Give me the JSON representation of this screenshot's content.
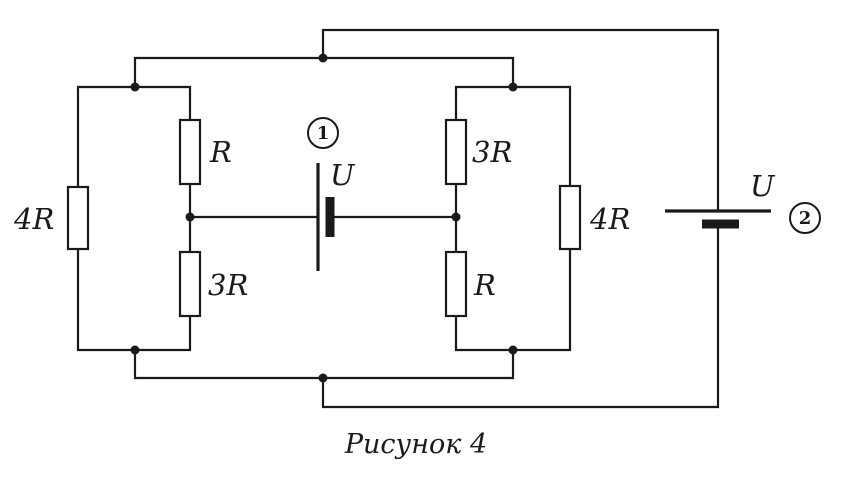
{
  "diagram": {
    "labels": {
      "r_left_outer": "4R",
      "r_left_top": "R",
      "r_left_bottom": "3R",
      "r_right_top": "3R",
      "r_right_bottom": "R",
      "r_right_outer": "4R",
      "battery1_voltage": "U",
      "battery2_voltage": "U",
      "battery1_number": "1",
      "battery2_number": "2"
    },
    "caption": "Рисунок 4"
  }
}
